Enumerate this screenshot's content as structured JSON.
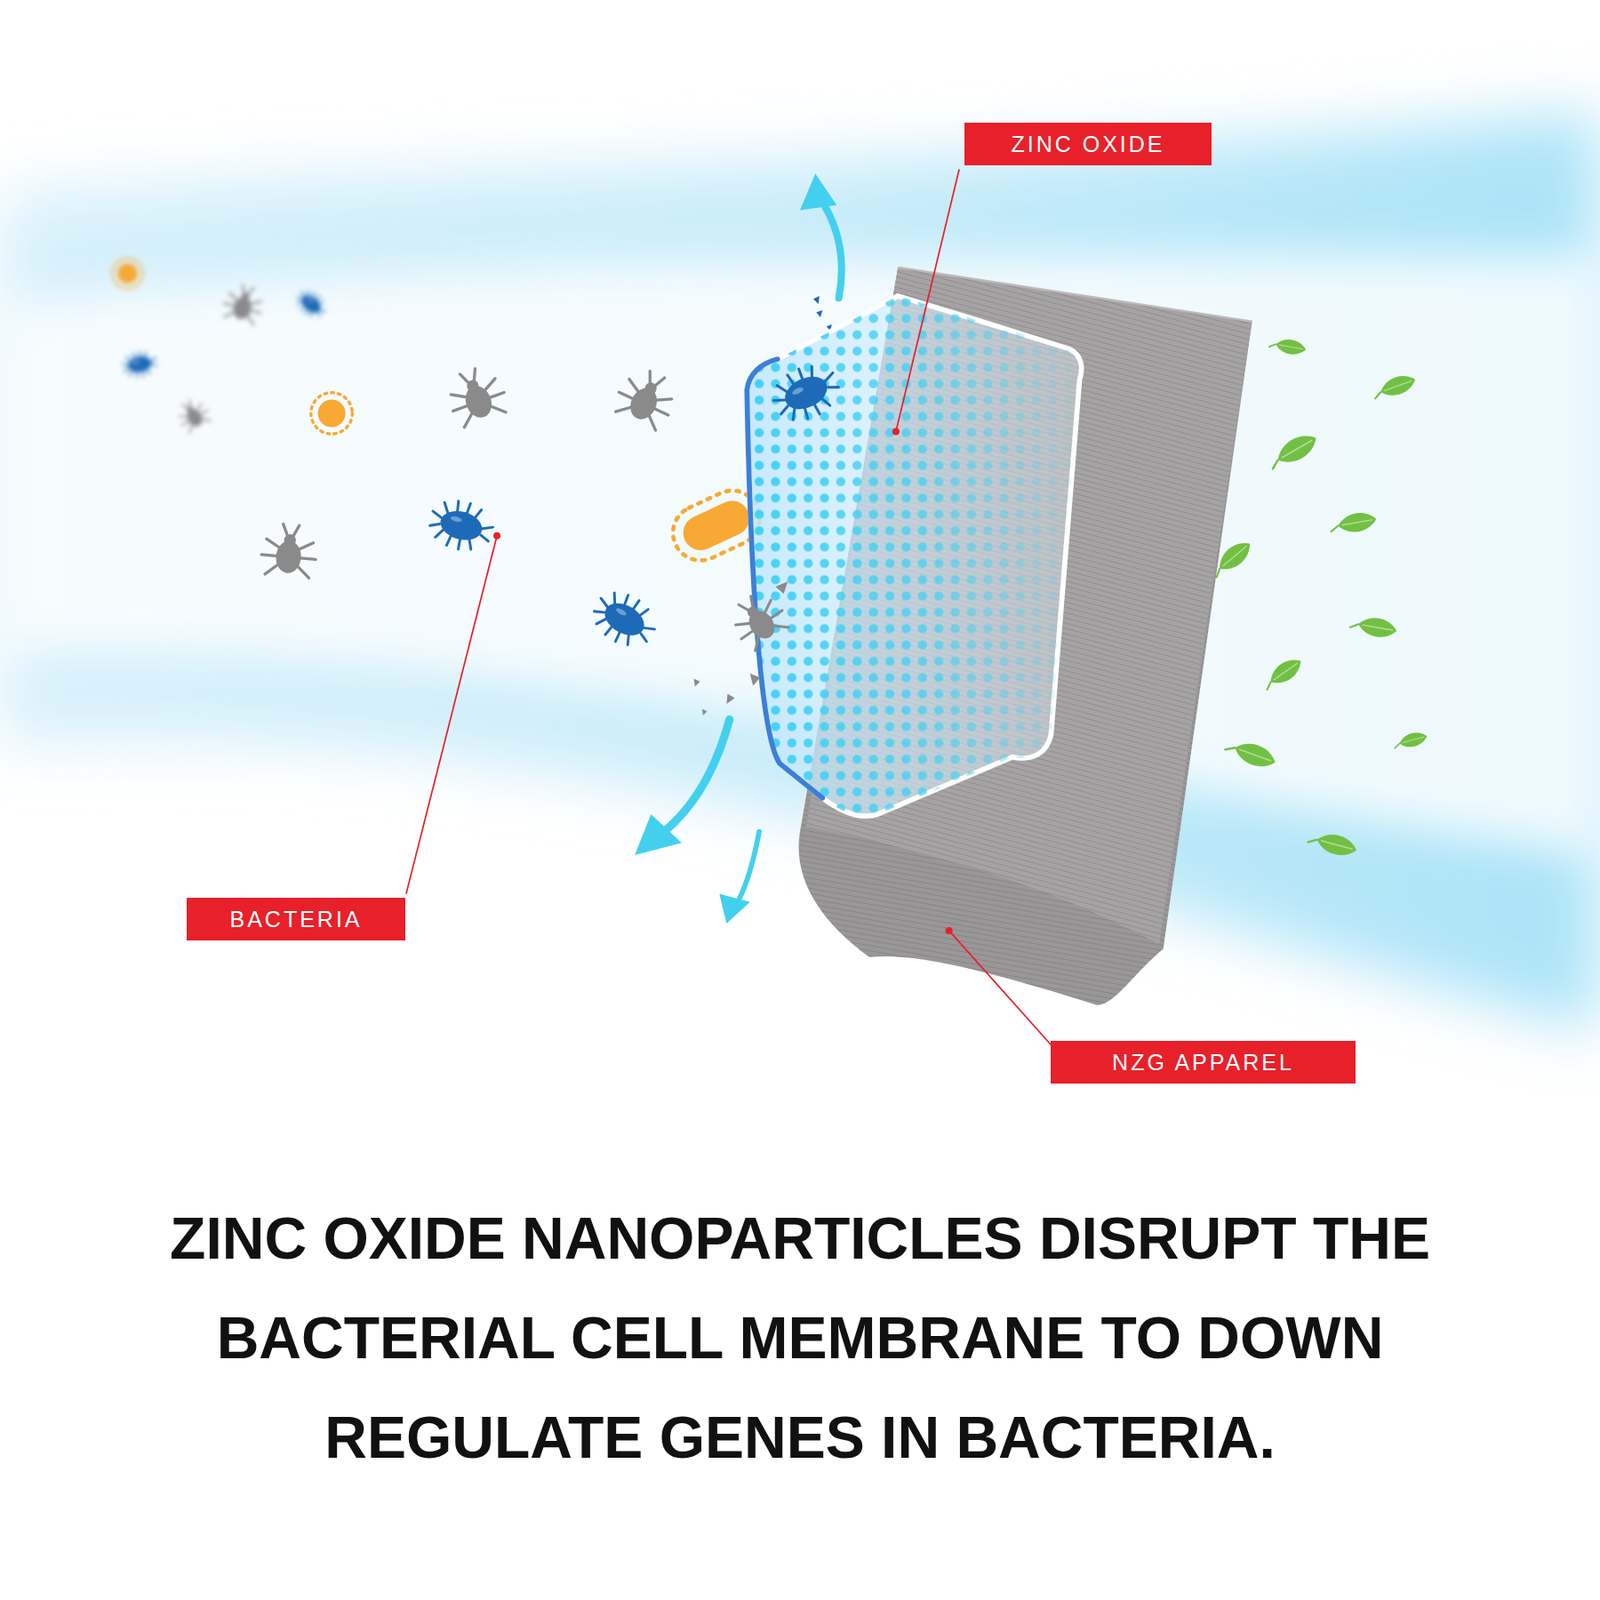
{
  "diagram": {
    "caption": "ZINC OXIDE NANOPARTICLES DISRUPT THE BACTERIAL CELL MEMBRANE TO DOWN REGULATE GENES IN BACTERIA.",
    "nodes": [
      {
        "text": [
          "ZINC OXIDE"
        ]
      },
      {
        "text": [
          "BACTERIA"
        ]
      },
      {
        "text": [
          "NZG APPAREL"
        ]
      }
    ]
  }
}
